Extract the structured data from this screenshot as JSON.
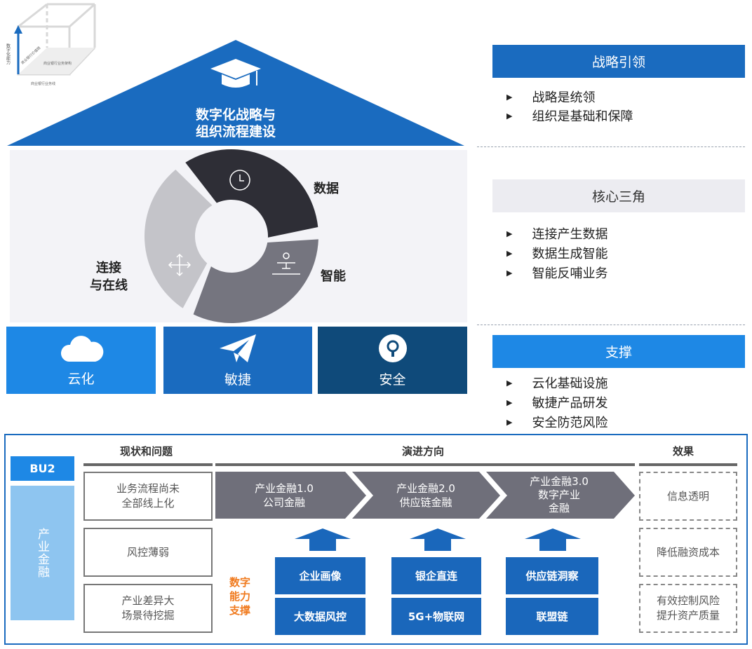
{
  "cube": {
    "y_axis": "数字化能力",
    "diag_axis": "商业银行价值链",
    "depth_axis": "商业银行业务架构",
    "x_axis": "商业银行业务线"
  },
  "house": {
    "roof_title_line1": "数字化战略与",
    "roof_title_line2": "组织流程建设",
    "core": {
      "data": "数据",
      "intelligence": "智能",
      "connect_line1": "连接",
      "connect_line2": "与在线"
    },
    "pillars": [
      {
        "label": "云化",
        "color": "#1e88e5"
      },
      {
        "label": "敏捷",
        "color": "#1a6bbf"
      },
      {
        "label": "安全",
        "color": "#0f4a7a"
      }
    ]
  },
  "right": {
    "sections": [
      {
        "title": "战略引领",
        "bullets": [
          "战略是统领",
          "组织是基础和保障"
        ]
      },
      {
        "title": "核心三角",
        "bullets": [
          "连接产生数据",
          "数据生成智能",
          "智能反哺业务"
        ]
      },
      {
        "title": "支撑",
        "bullets": [
          "云化基础设施",
          "敏捷产品研发",
          "安全防范风险"
        ]
      }
    ]
  },
  "bottom": {
    "bu": "BU2",
    "bu_name": "产业金融",
    "headers": {
      "status": "现状和问题",
      "direction": "演进方向",
      "effect": "效果"
    },
    "status": [
      "业务流程尚未\n全部线上化",
      "风控薄弱",
      "产业差异大\n场景待挖掘"
    ],
    "stages": [
      "产业金融1.0\n公司金融",
      "产业金融2.0\n供应链金融",
      "产业金融3.0\n数字产业\n金融"
    ],
    "support_label": "数字\n能力\n支撑",
    "capabilities": [
      [
        "企业画像",
        "大数据风控"
      ],
      [
        "银企直连",
        "5G+物联网"
      ],
      [
        "供应链洞察",
        "联盟链"
      ]
    ],
    "effects": [
      "信息透明",
      "降低融资成本",
      "有效控制风险\n提升资产质量"
    ]
  },
  "colors": {
    "primary": "#1a6bbf",
    "light": "#1e88e5",
    "dark": "#0f4a7a",
    "stage": "#6f6f7a",
    "accent": "#f07a1e"
  }
}
